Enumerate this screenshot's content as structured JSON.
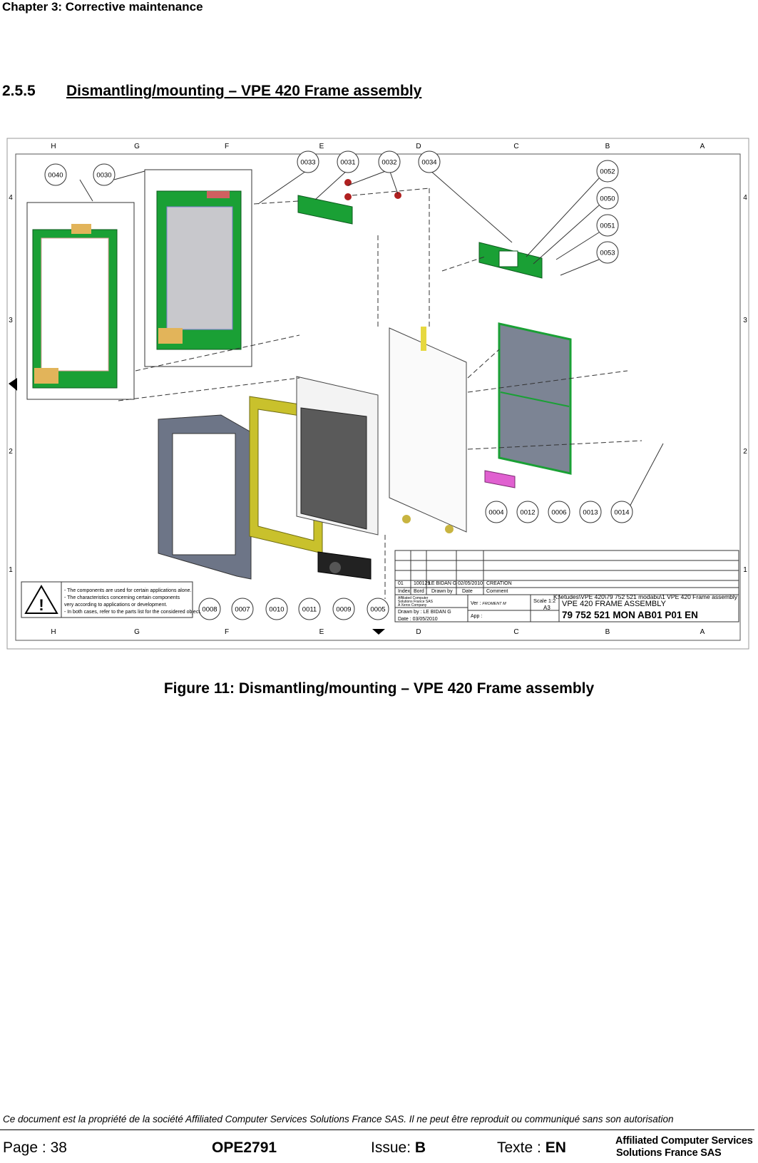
{
  "header": {
    "chapter": "Chapter 3: Corrective maintenance"
  },
  "section": {
    "number": "2.5.5",
    "title": "Dismantling/mounting – VPE 420 Frame assembly"
  },
  "drawing": {
    "grid_columns": [
      "H",
      "G",
      "F",
      "E",
      "D",
      "C",
      "B",
      "A"
    ],
    "grid_rows": [
      "4",
      "3",
      "2",
      "1"
    ],
    "balloons": [
      "0040",
      "0030",
      "0033",
      "0031",
      "0032",
      "0034",
      "0052",
      "0050",
      "0051",
      "0053",
      "0004",
      "0012",
      "0006",
      "0013",
      "0014",
      "0008",
      "0007",
      "0010",
      "0011",
      "0009",
      "0005"
    ],
    "notes": [
      "- The components are used for certain applications alone.",
      "- The characteristics concerning certain components",
      "very according to applications or development.",
      "- In both cases, refer to the parts list for the considered object."
    ],
    "revision": {
      "index": "01",
      "bord": "100129",
      "drawn_by": "LE BIDAN G",
      "date": "02/05/2010",
      "comment": "CREATION",
      "headers": [
        "Index",
        "Bord",
        "Drawn by",
        "Date",
        "Comment"
      ]
    },
    "title_block": {
      "path": "K:\\etudes\\VPE 420\\79 752 521 modabu\\1 VPE 420 Frame assembly",
      "company_lines": [
        "Affiliated Computer",
        "Solutions France SAS",
        "A Xerox Company"
      ],
      "drawn_by": "Drawn by : LE BIDAN G",
      "date": "Date        : 03/05/2010",
      "ver": "Ver :",
      "ver_name": "FROMENT M",
      "app": "App :",
      "scale": "Scale 1:2",
      "format": "A3",
      "name": "VPE 420 FRAME ASSEMBLY",
      "number": "79 752 521 MON AB01 P01 EN"
    },
    "colors": {
      "pcb": "#1aa035",
      "frame": "#6d7587",
      "gasket": "#c9c12c",
      "screen": "#5a5a5a",
      "connector": "#e060d0",
      "red_part": "#b02020"
    }
  },
  "figure": {
    "caption": "Figure 11: Dismantling/mounting – VPE 420 Frame assembly"
  },
  "footer": {
    "notice": "Ce document est la propriété de la société Affiliated Computer Services Solutions France SAS. Il ne peut être reproduit ou communiqué sans son autorisation",
    "page_label": "Page : ",
    "page": "38",
    "doc_ref": "OPE2791",
    "issue_label": "Issue: ",
    "issue": "B",
    "texte_label": "Texte : ",
    "texte": "EN",
    "logo_line1": "Affiliated Computer Services",
    "logo_line2": "Solutions France SAS"
  }
}
